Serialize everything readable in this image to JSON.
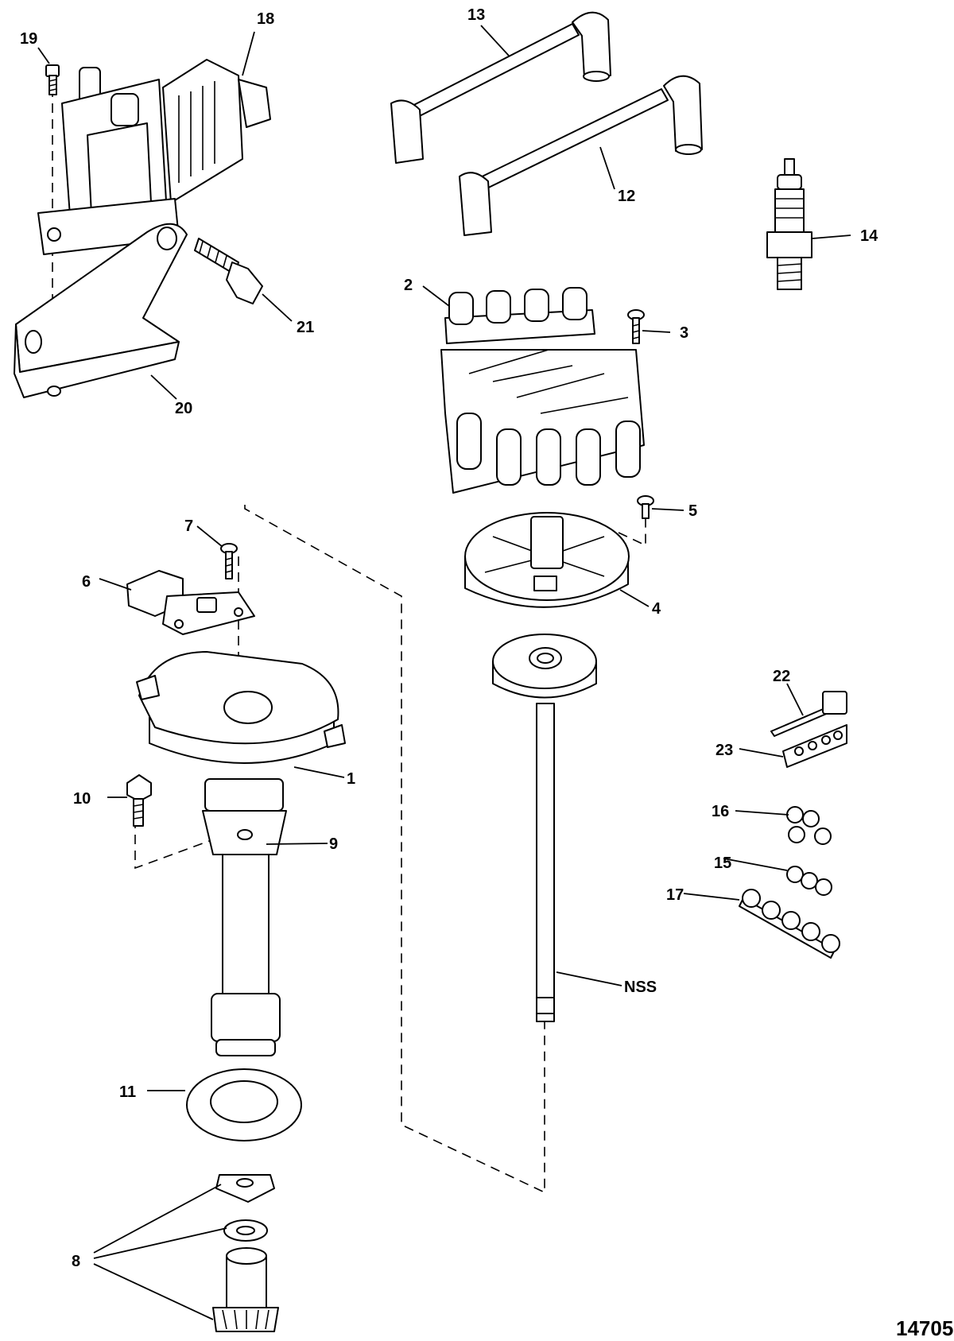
{
  "callouts": {
    "c1": "1",
    "c2": "2",
    "c3": "3",
    "c4": "4",
    "c5": "5",
    "c6": "6",
    "c7": "7",
    "c8": "8",
    "c9": "9",
    "c10": "10",
    "c11": "11",
    "c12": "12",
    "c13": "13",
    "c14": "14",
    "c15": "15",
    "c16": "16",
    "c17": "17",
    "c18": "18",
    "c19": "19",
    "c20": "20",
    "c21": "21",
    "c22": "22",
    "c23": "23",
    "nss": "NSS"
  },
  "figure_number": "14705"
}
